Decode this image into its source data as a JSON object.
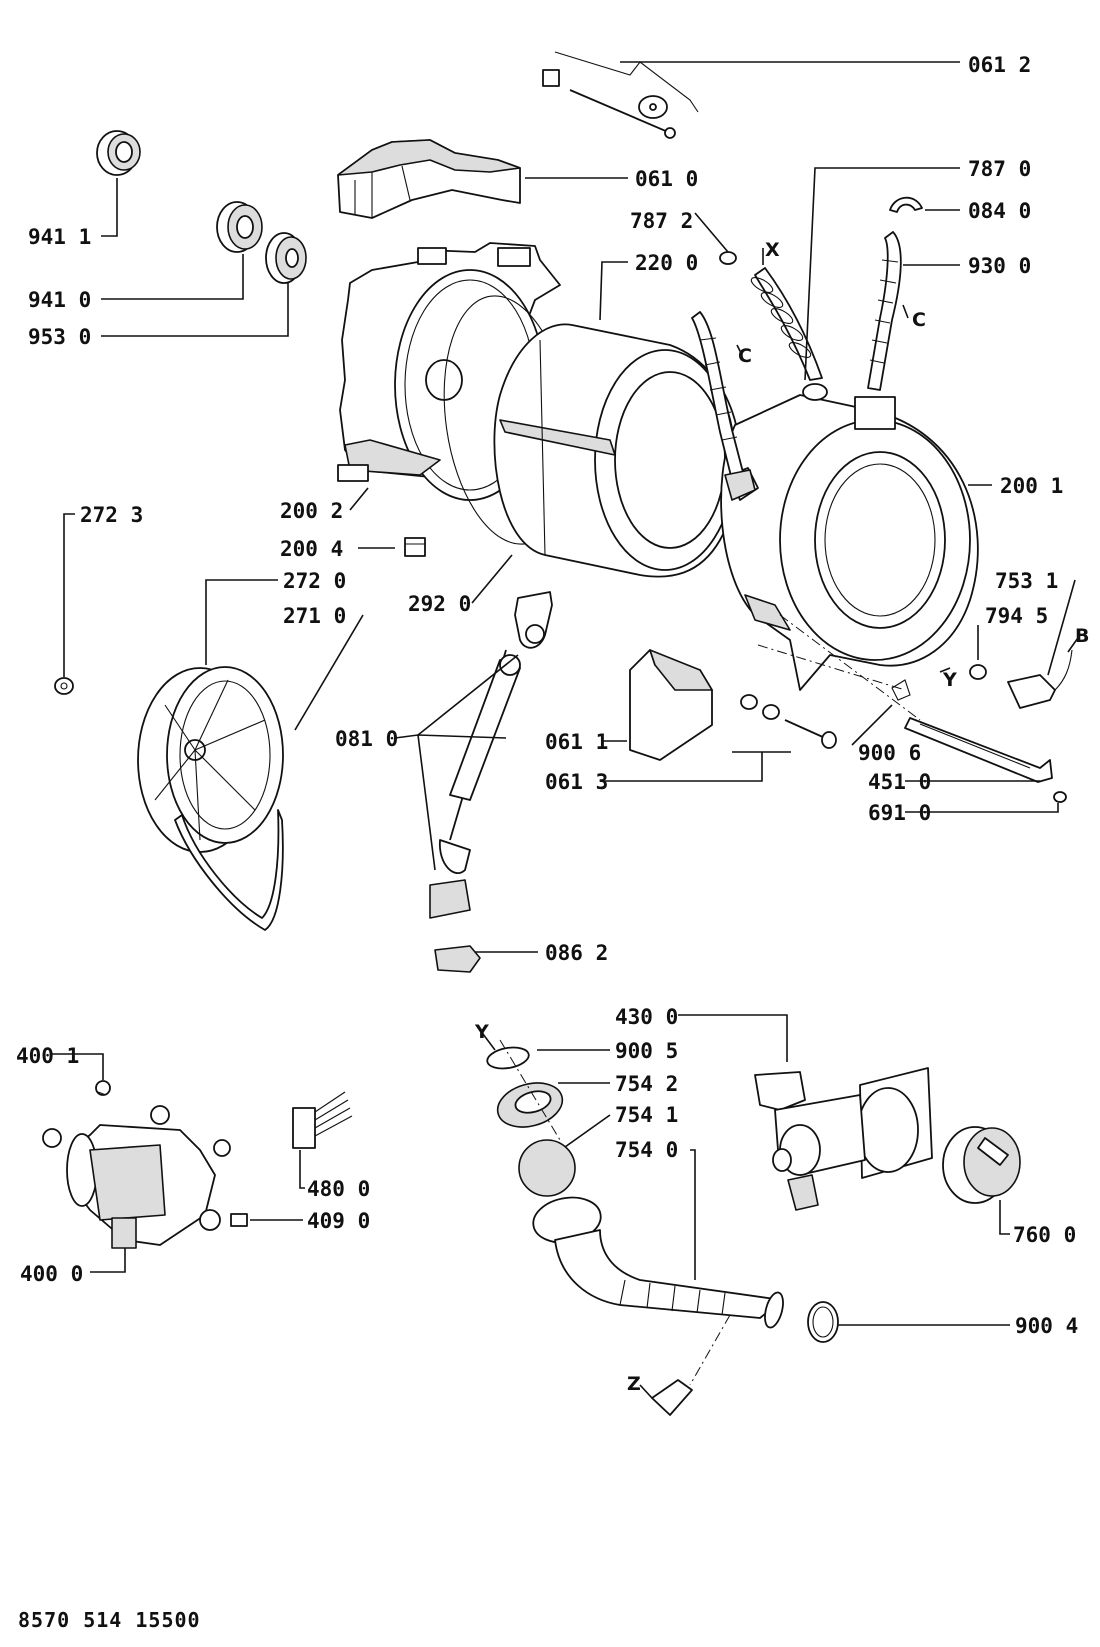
{
  "labels": [
    {
      "id": "0612",
      "text": "061 2"
    },
    {
      "id": "0610",
      "text": "061 0"
    },
    {
      "id": "7870",
      "text": "787 0"
    },
    {
      "id": "0840",
      "text": "084 0"
    },
    {
      "id": "7872",
      "text": "787 2"
    },
    {
      "id": "9411",
      "text": "941 1"
    },
    {
      "id": "2200",
      "text": "220 0"
    },
    {
      "id": "9300",
      "text": "930 0"
    },
    {
      "id": "9410",
      "text": "941 0"
    },
    {
      "id": "9530",
      "text": "953 0"
    },
    {
      "id": "2001",
      "text": "200 1"
    },
    {
      "id": "2723",
      "text": "272 3"
    },
    {
      "id": "2002",
      "text": "200 2"
    },
    {
      "id": "2004",
      "text": "200 4"
    },
    {
      "id": "2720",
      "text": "272 0"
    },
    {
      "id": "7531",
      "text": "753 1"
    },
    {
      "id": "2920",
      "text": "292 0"
    },
    {
      "id": "7945",
      "text": "794 5"
    },
    {
      "id": "2710",
      "text": "271 0"
    },
    {
      "id": "0810",
      "text": "081 0"
    },
    {
      "id": "0611",
      "text": "061 1"
    },
    {
      "id": "9006",
      "text": "900 6"
    },
    {
      "id": "4510",
      "text": "451 0"
    },
    {
      "id": "0613",
      "text": "061 3"
    },
    {
      "id": "6910",
      "text": "691 0"
    },
    {
      "id": "0862",
      "text": "086 2"
    },
    {
      "id": "4300",
      "text": "430 0"
    },
    {
      "id": "9005",
      "text": "900 5"
    },
    {
      "id": "4001",
      "text": "400 1"
    },
    {
      "id": "7542",
      "text": "754 2"
    },
    {
      "id": "7541",
      "text": "754 1"
    },
    {
      "id": "7540",
      "text": "754 0"
    },
    {
      "id": "4800",
      "text": "480 0"
    },
    {
      "id": "4090",
      "text": "409 0"
    },
    {
      "id": "7600",
      "text": "760 0"
    },
    {
      "id": "4000",
      "text": "400 0"
    },
    {
      "id": "9004",
      "text": "900 4"
    }
  ],
  "tags": [
    {
      "id": "x",
      "text": "X"
    },
    {
      "id": "c1",
      "text": "C"
    },
    {
      "id": "c2",
      "text": "C"
    },
    {
      "id": "b",
      "text": "B"
    },
    {
      "id": "y1",
      "text": "Y"
    },
    {
      "id": "y2",
      "text": "Y"
    },
    {
      "id": "z",
      "text": "Z"
    }
  ],
  "document_number": "8570 514 15500"
}
